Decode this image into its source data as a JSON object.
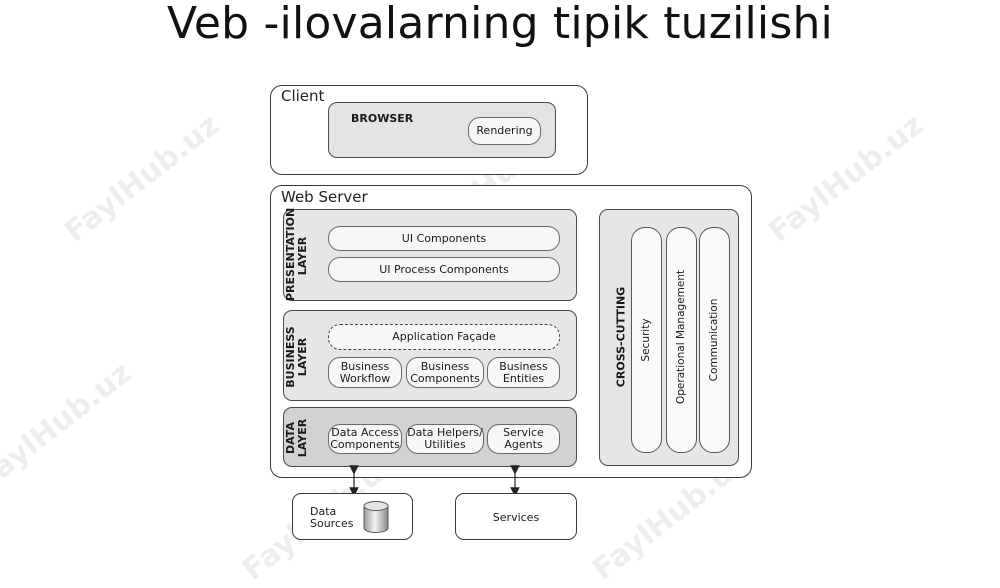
{
  "title": "Veb -ilovalarning tipik tuzilishi",
  "client": {
    "heading": "Client",
    "browser": {
      "label": "BROWSER",
      "rendering": "Rendering"
    }
  },
  "web_server": {
    "heading": "Web Server",
    "presentation": {
      "label_line1": "PRESENTATION",
      "label_line2": "LAYER",
      "items": [
        "UI Components",
        "UI Process Components"
      ]
    },
    "business": {
      "label_line1": "BUSINESS",
      "label_line2": "LAYER",
      "facade": "Application Façade",
      "items": [
        {
          "line1": "Business",
          "line2": "Workflow"
        },
        {
          "line1": "Business",
          "line2": "Components"
        },
        {
          "line1": "Business",
          "line2": "Entities"
        }
      ]
    },
    "data": {
      "label_line1": "DATA",
      "label_line2": "LAYER",
      "items": [
        {
          "line1": "Data Access",
          "line2": "Components"
        },
        {
          "line1": "Data Helpers/",
          "line2": "Utilities"
        },
        {
          "line1": "Service",
          "line2": "Agents"
        }
      ]
    },
    "cross_cutting": {
      "label": "CROSS-CUTTING",
      "items": [
        "Security",
        "Operational Management",
        "Communication"
      ]
    }
  },
  "data_sources": {
    "line1": "Data",
    "line2": "Sources"
  },
  "services": "Services",
  "watermark": "FaylHub.uz",
  "colors": {
    "layer_fill": "#e6e6e6",
    "outline": "#3a3a3a",
    "watermark": "#000000"
  }
}
